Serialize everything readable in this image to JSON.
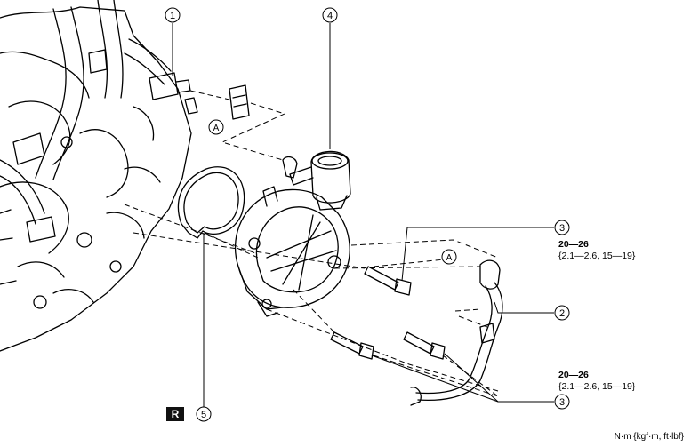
{
  "callouts": {
    "c1": "1",
    "c2": "2",
    "c3a": "3",
    "c3b": "3",
    "c4": "4",
    "c5": "5",
    "markA1": "A",
    "markA2": "A"
  },
  "badge": {
    "replace_mark": "R"
  },
  "torque_upper": {
    "value": "20—26",
    "alt": "{2.1—2.6, 15—19}"
  },
  "torque_lower": {
    "value": "20—26",
    "alt": "{2.1—2.6, 15—19}"
  },
  "units": "N·m {kgf·m, ft·lbf}"
}
